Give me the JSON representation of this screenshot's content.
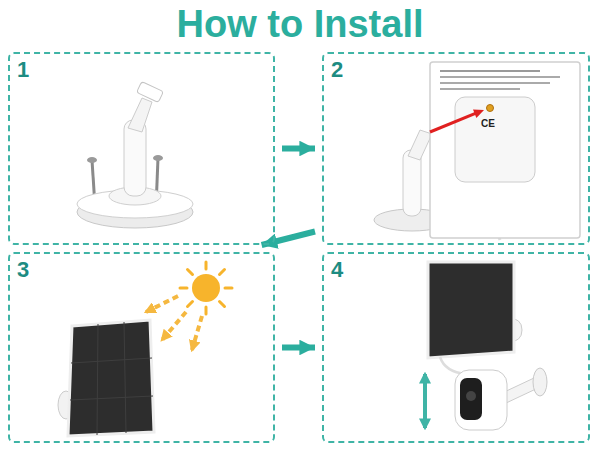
{
  "diagram": {
    "title": "How to Install",
    "nodes": [
      {
        "text": [
          "1"
        ]
      },
      {
        "text": [
          "2"
        ]
      },
      {
        "text": [
          "3"
        ]
      },
      {
        "text": [
          "4"
        ]
      }
    ],
    "edges": [
      {
        "from": 0,
        "to": 1,
        "arrow": "to"
      },
      {
        "from": 1,
        "to": 2,
        "arrow": "to"
      },
      {
        "from": 2,
        "to": 3,
        "arrow": "to"
      }
    ],
    "labels": [
      "CE"
    ]
  }
}
